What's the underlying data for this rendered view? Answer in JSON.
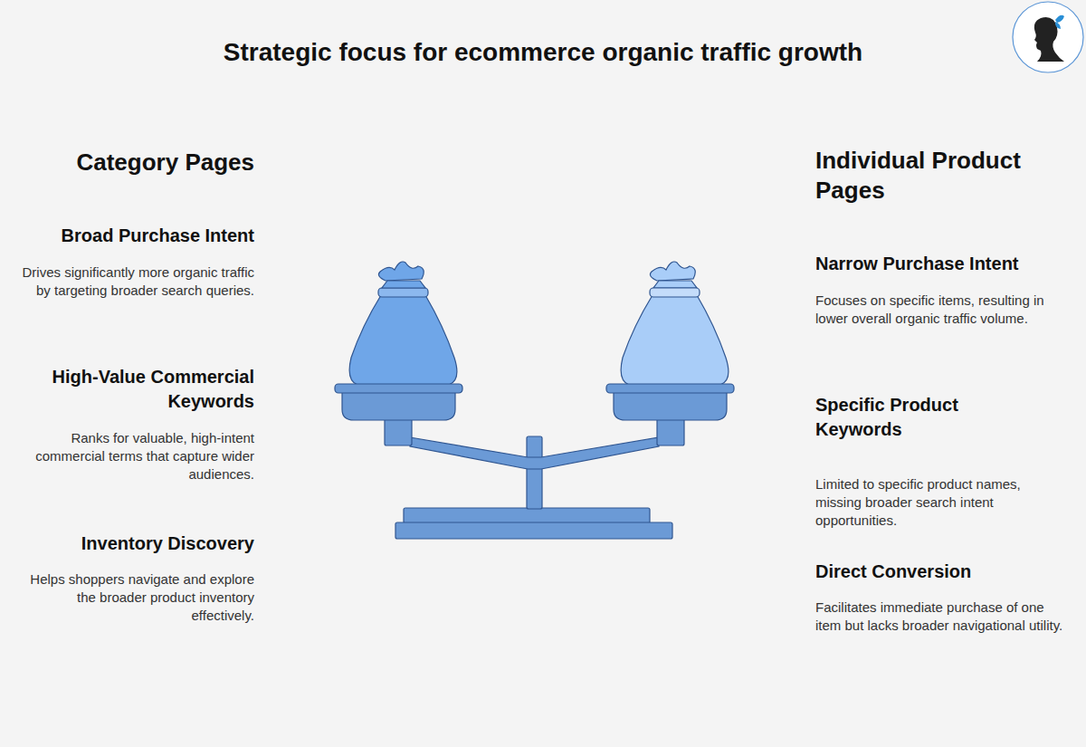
{
  "diagram": {
    "title": "Strategic focus for ecommerce organic traffic growth",
    "labels": [
      "Category Pages",
      "Broad Purchase Intent",
      "Drives significantly more organic traffic by targeting broader search queries.",
      "High-Value Commercial Keywords",
      "Ranks for valuable, high-intent commercial terms that capture wider audiences.",
      "Inventory Discovery",
      "Helps shoppers navigate and explore the broader product inventory effectively.",
      "Individual Product Pages",
      "Narrow Purchase Intent",
      "Focuses on specific items, resulting in lower overall organic traffic volume.",
      "Specific Product Keywords",
      "Limited to specific product names, missing broader search intent opportunities.",
      "Direct Conversion",
      "Facilitates immediate purchase of one item but lacks broader navigational utility."
    ]
  }
}
